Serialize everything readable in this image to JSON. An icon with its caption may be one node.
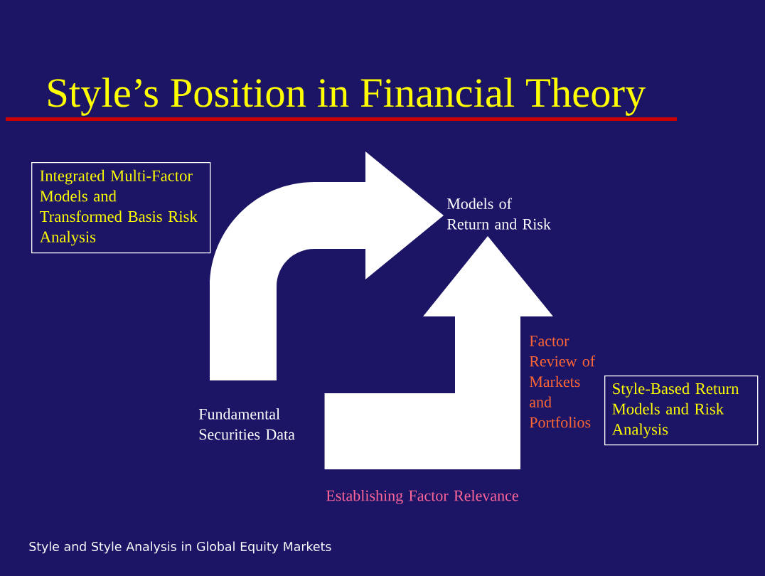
{
  "diagram": {
    "title": "Style’s Position in Financial Theory",
    "nodes": [
      {
        "text": [
          "Integrated Multi-Factor Models and Transformed Basis Risk Analysis"
        ]
      },
      {
        "text": [
          "Models of Return and Risk"
        ]
      },
      {
        "text": [
          "Fundamental Securities Data"
        ]
      },
      {
        "text": [
          "Style-Based Return Models and Risk Analysis"
        ]
      }
    ],
    "edges": [
      {
        "from": 2,
        "to": 1,
        "arrow": "to"
      },
      {
        "from": 2,
        "to": 1,
        "arrow": "to"
      }
    ],
    "labels": [
      "Factor Review of Markets and Portfolios",
      "Establishing Factor Relevance",
      "Style and Style Analysis in Global Equity Markets"
    ]
  }
}
